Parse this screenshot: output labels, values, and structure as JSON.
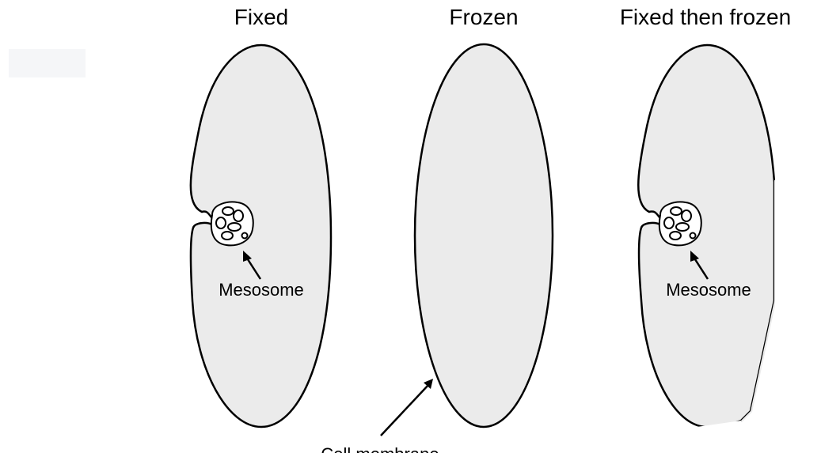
{
  "panels": {
    "fixed": {
      "title": "Fixed",
      "label": "Mesosome"
    },
    "frozen": {
      "title": "Frozen",
      "label": "Cell membrane"
    },
    "fixed_frozen": {
      "title": "Fixed then frozen",
      "label": "Mesosome"
    }
  },
  "colors": {
    "cell_fill": "#ebebeb",
    "stroke": "#000000",
    "background": "#ffffff"
  }
}
